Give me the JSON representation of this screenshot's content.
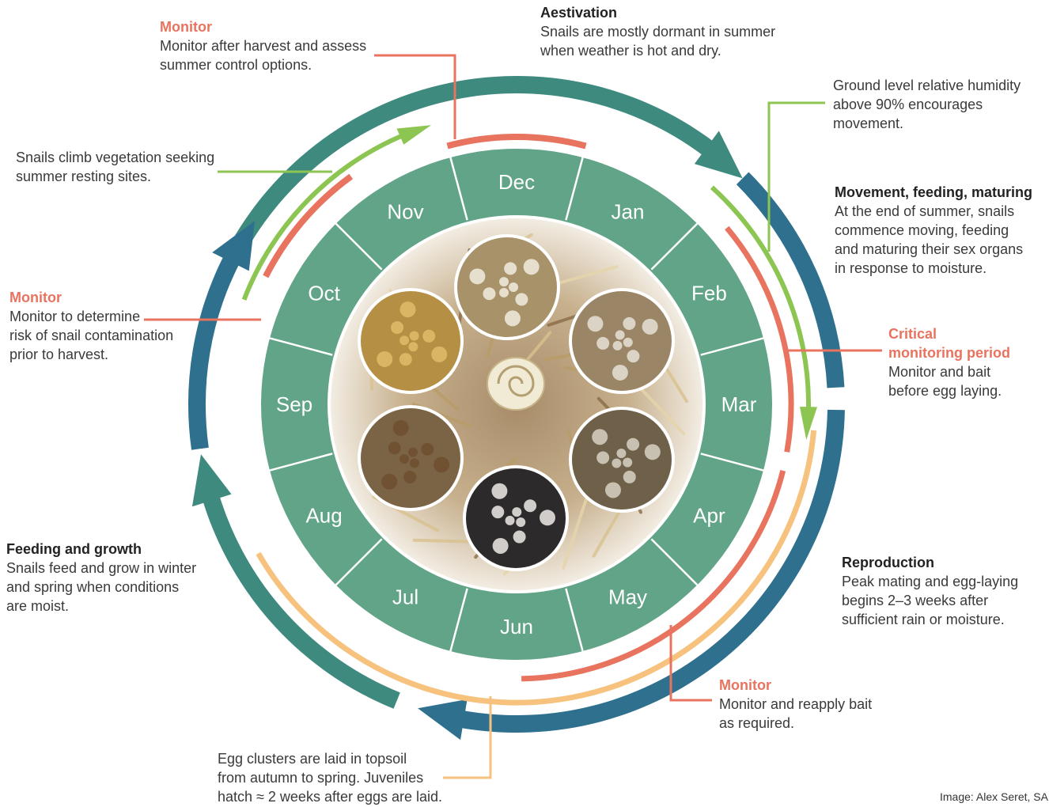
{
  "colors": {
    "teal_dark": "#3e8a7f",
    "blue_dark": "#2f708f",
    "month_tile": "#62a488",
    "red": "#e8735f",
    "green": "#8dc553",
    "orange": "#f6c27d",
    "text": "#3a3a3a"
  },
  "months": [
    {
      "label": "Dec"
    },
    {
      "label": "Jan"
    },
    {
      "label": "Feb"
    },
    {
      "label": "Mar"
    },
    {
      "label": "Apr"
    },
    {
      "label": "May"
    },
    {
      "label": "Jun"
    },
    {
      "label": "Jul"
    },
    {
      "label": "Aug"
    },
    {
      "label": "Sep"
    },
    {
      "label": "Oct"
    },
    {
      "label": "Nov"
    }
  ],
  "photos": [
    {
      "subject": "snails clustered on stubble"
    },
    {
      "subject": "snail on dry stubble"
    },
    {
      "subject": "conical and round snails on soil"
    },
    {
      "subject": "white snail egg cluster"
    },
    {
      "subject": "brown snail eggs in soil"
    },
    {
      "subject": "ripening cereal crop"
    },
    {
      "subject": "snail on straw (centre)"
    }
  ],
  "annotations": {
    "monitor_top": {
      "head": "Monitor",
      "body": "Monitor after harvest and assess\nsummer control options."
    },
    "aestivation": {
      "head": "Aestivation",
      "body": "Snails are mostly dormant in summer\nwhen weather is hot and dry."
    },
    "humidity": {
      "body": "Ground level relative humidity\nabove 90% encourages\nmovement."
    },
    "movement": {
      "head": "Movement, feeding, maturing",
      "body": "At the end of summer, snails\ncommence moving, feeding\nand maturing their sex organs\nin response to moisture."
    },
    "critical": {
      "head": "Critical\nmonitoring period",
      "body": "Monitor and bait\nbefore egg laying."
    },
    "reproduction": {
      "head": "Reproduction",
      "body": "Peak mating and egg-laying\nbegins 2–3 weeks after\nsufficient rain or moisture."
    },
    "monitor_bottom": {
      "head": "Monitor",
      "body": "Monitor and reapply bait\nas required."
    },
    "egg_clusters": {
      "body": "Egg clusters are laid in topsoil\nfrom autumn to spring. Juveniles\nhatch ≈ 2 weeks after eggs are laid."
    },
    "feeding": {
      "head": "Feeding and growth",
      "body": "Snails feed and grow in winter\nand spring when conditions\nare moist."
    },
    "monitor_left": {
      "head": "Monitor",
      "body": "Monitor to determine\nrisk of snail contamination\nprior to harvest."
    },
    "climb": {
      "body": "Snails climb vegetation seeking\nsummer resting sites."
    }
  },
  "credit": "Image: Alex Seret, SA"
}
